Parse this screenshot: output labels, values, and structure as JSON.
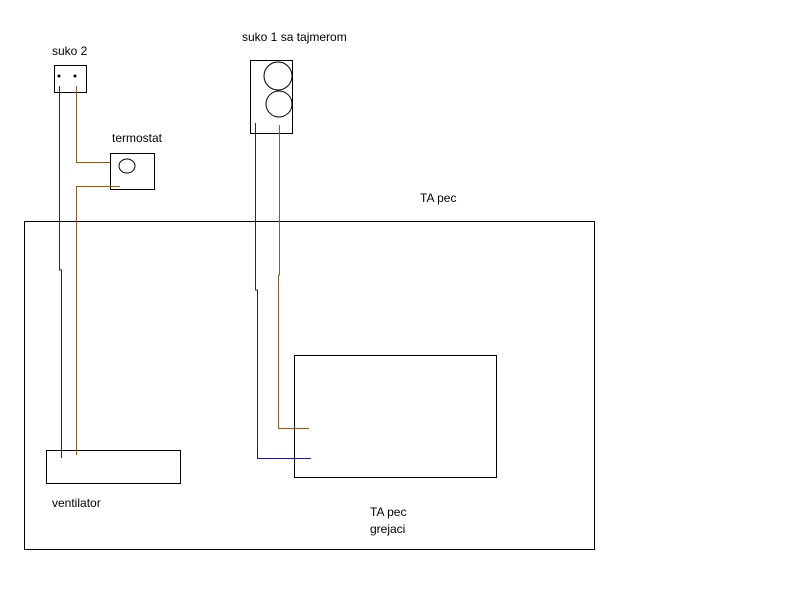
{
  "labels": {
    "suko2": "suko 2",
    "suko1": "suko 1 sa tajmerom",
    "termostat": "termostat",
    "ta_pec_top": "TA pec",
    "ventilator": "ventilator",
    "ta_pec_bottom": "TA pec",
    "grejaci": "grejaci"
  },
  "colors": {
    "outline": "#000000",
    "neutral_wire": "#1a1aa6",
    "live_wire": "#8b5a2b"
  }
}
